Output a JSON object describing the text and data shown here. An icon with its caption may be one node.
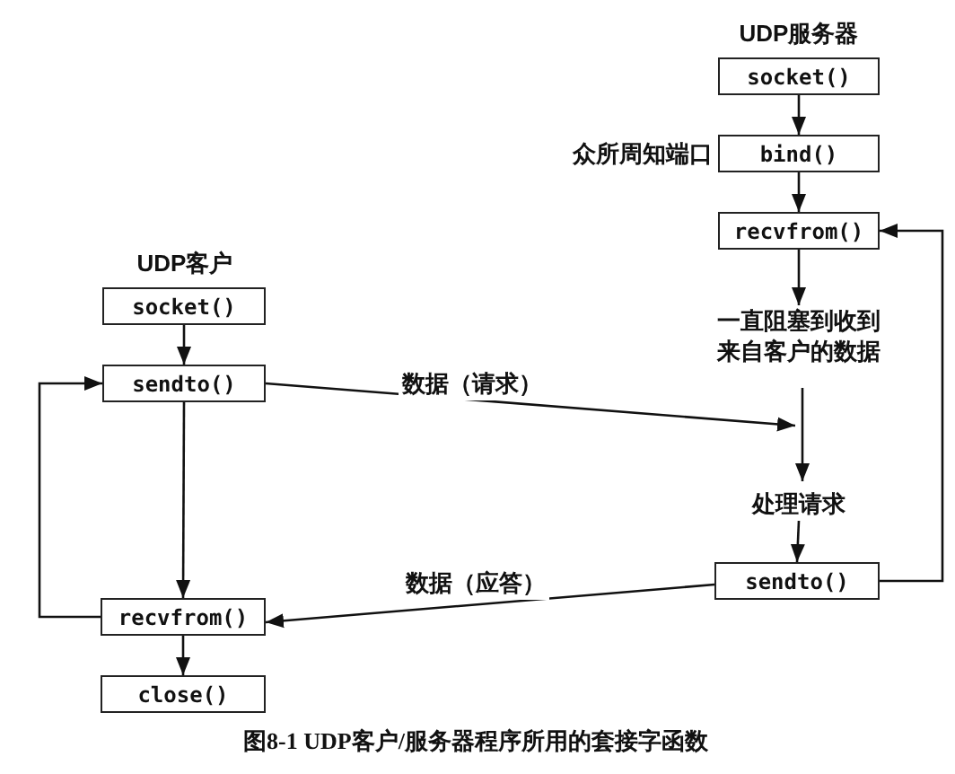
{
  "diagram": {
    "caption": "图8-1 UDP客户/服务器程序所用的套接字函数",
    "nodes": [
      {
        "text": [
          "socket()"
        ]
      },
      {
        "text": [
          "sendto()"
        ]
      },
      {
        "text": [
          "recvfrom()"
        ]
      },
      {
        "text": [
          "close()"
        ]
      },
      {
        "text": [
          "socket()"
        ]
      },
      {
        "text": [
          "bind()"
        ],
        "beside": [
          "众所周知端口"
        ]
      },
      {
        "text": [
          "recvfrom()"
        ]
      },
      {
        "text": [
          "一直阻塞到收到来自客户的数据"
        ]
      },
      {
        "text": [
          "处理请求"
        ]
      },
      {
        "text": [
          "sendto()"
        ]
      }
    ],
    "edges": [
      {
        "from": 0,
        "to": 1,
        "arrow": "to"
      },
      {
        "from": 1,
        "to": 2,
        "arrow": "to"
      },
      {
        "from": 2,
        "to": 1,
        "arrow": "to"
      },
      {
        "from": 2,
        "to": 3,
        "arrow": "to"
      },
      {
        "from": 4,
        "to": 5,
        "arrow": "to"
      },
      {
        "from": 5,
        "to": 6,
        "arrow": "to"
      },
      {
        "from": 6,
        "to": 7,
        "arrow": "to"
      },
      {
        "from": 7,
        "to": 8,
        "arrow": "to"
      },
      {
        "from": 8,
        "to": 9,
        "arrow": "to"
      },
      {
        "from": 9,
        "to": 6,
        "arrow": "to"
      },
      {
        "from": 1,
        "to": 7,
        "arrow": "to",
        "label": "数据（请求）"
      },
      {
        "from": 9,
        "to": 2,
        "arrow": "to",
        "label": "数据（应答）"
      }
    ],
    "labels": [
      "UDP服务器",
      "UDP客户"
    ]
  }
}
